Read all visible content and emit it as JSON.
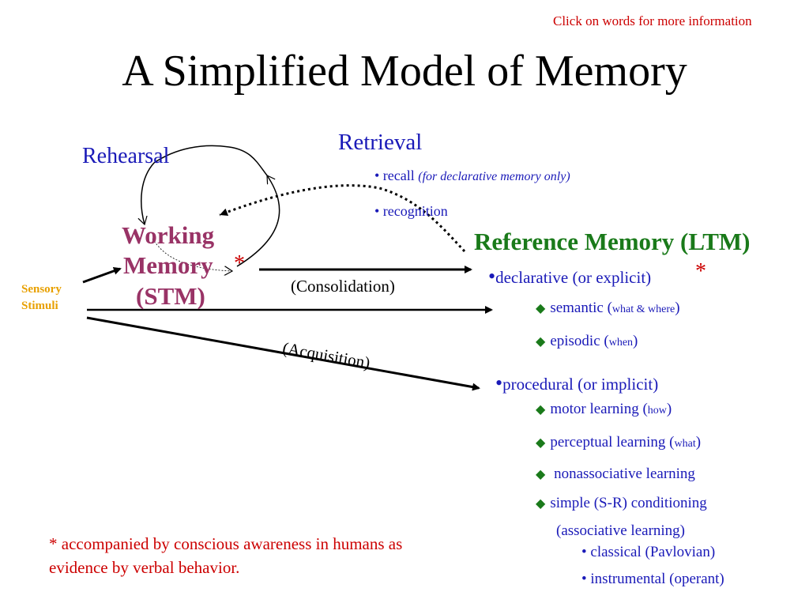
{
  "header": {
    "hint": "Click on words for more information",
    "title": "A Simplified Model of Memory"
  },
  "rehearsal": "Rehearsal",
  "retrieval": {
    "title": "Retrieval",
    "recall_prefix": "• recall",
    "recall_note": "(for declarative memory only)",
    "recognition": "• recognition"
  },
  "stm": {
    "line1": "Working",
    "line2": "Memory",
    "line3": "(STM)",
    "asterisk": "*"
  },
  "sensory": {
    "line1": "Sensory",
    "line2": "Stimuli"
  },
  "consolidation": "(Consolidation)",
  "acquisition": "(Acquisition)",
  "ltm": {
    "title": "Reference Memory (LTM)",
    "declarative": {
      "bullet": "•",
      "label": "declarative (or explicit)",
      "asterisk": "*",
      "semantic_label": "semantic (",
      "semantic_note": "what & where",
      "semantic_close": ")",
      "episodic_label": "episodic (",
      "episodic_note": "when",
      "episodic_close": ")"
    },
    "procedural": {
      "bullet": "•",
      "label": "procedural (or implicit)",
      "motor_label": "motor learning (",
      "motor_note": "how",
      "motor_close": ")",
      "perceptual_label": "perceptual learning (",
      "perceptual_note": "what",
      "perceptual_close": ")",
      "nonassociative": "nonassociative learning",
      "simple": "simple (S-R) conditioning",
      "associative": "(associative learning)",
      "classical": "• classical (Pavlovian)",
      "instrumental": "• instrumental (operant)"
    }
  },
  "footnote": {
    "line1": "* accompanied by conscious awareness in humans as",
    "line2": "evidence by verbal behavior."
  },
  "colors": {
    "blue": "#1a1ab8",
    "green": "#1a7a1a",
    "red": "#cc0000",
    "maroon": "#993366",
    "orange": "#e8a000"
  },
  "icons": {
    "diamond": "◆"
  }
}
